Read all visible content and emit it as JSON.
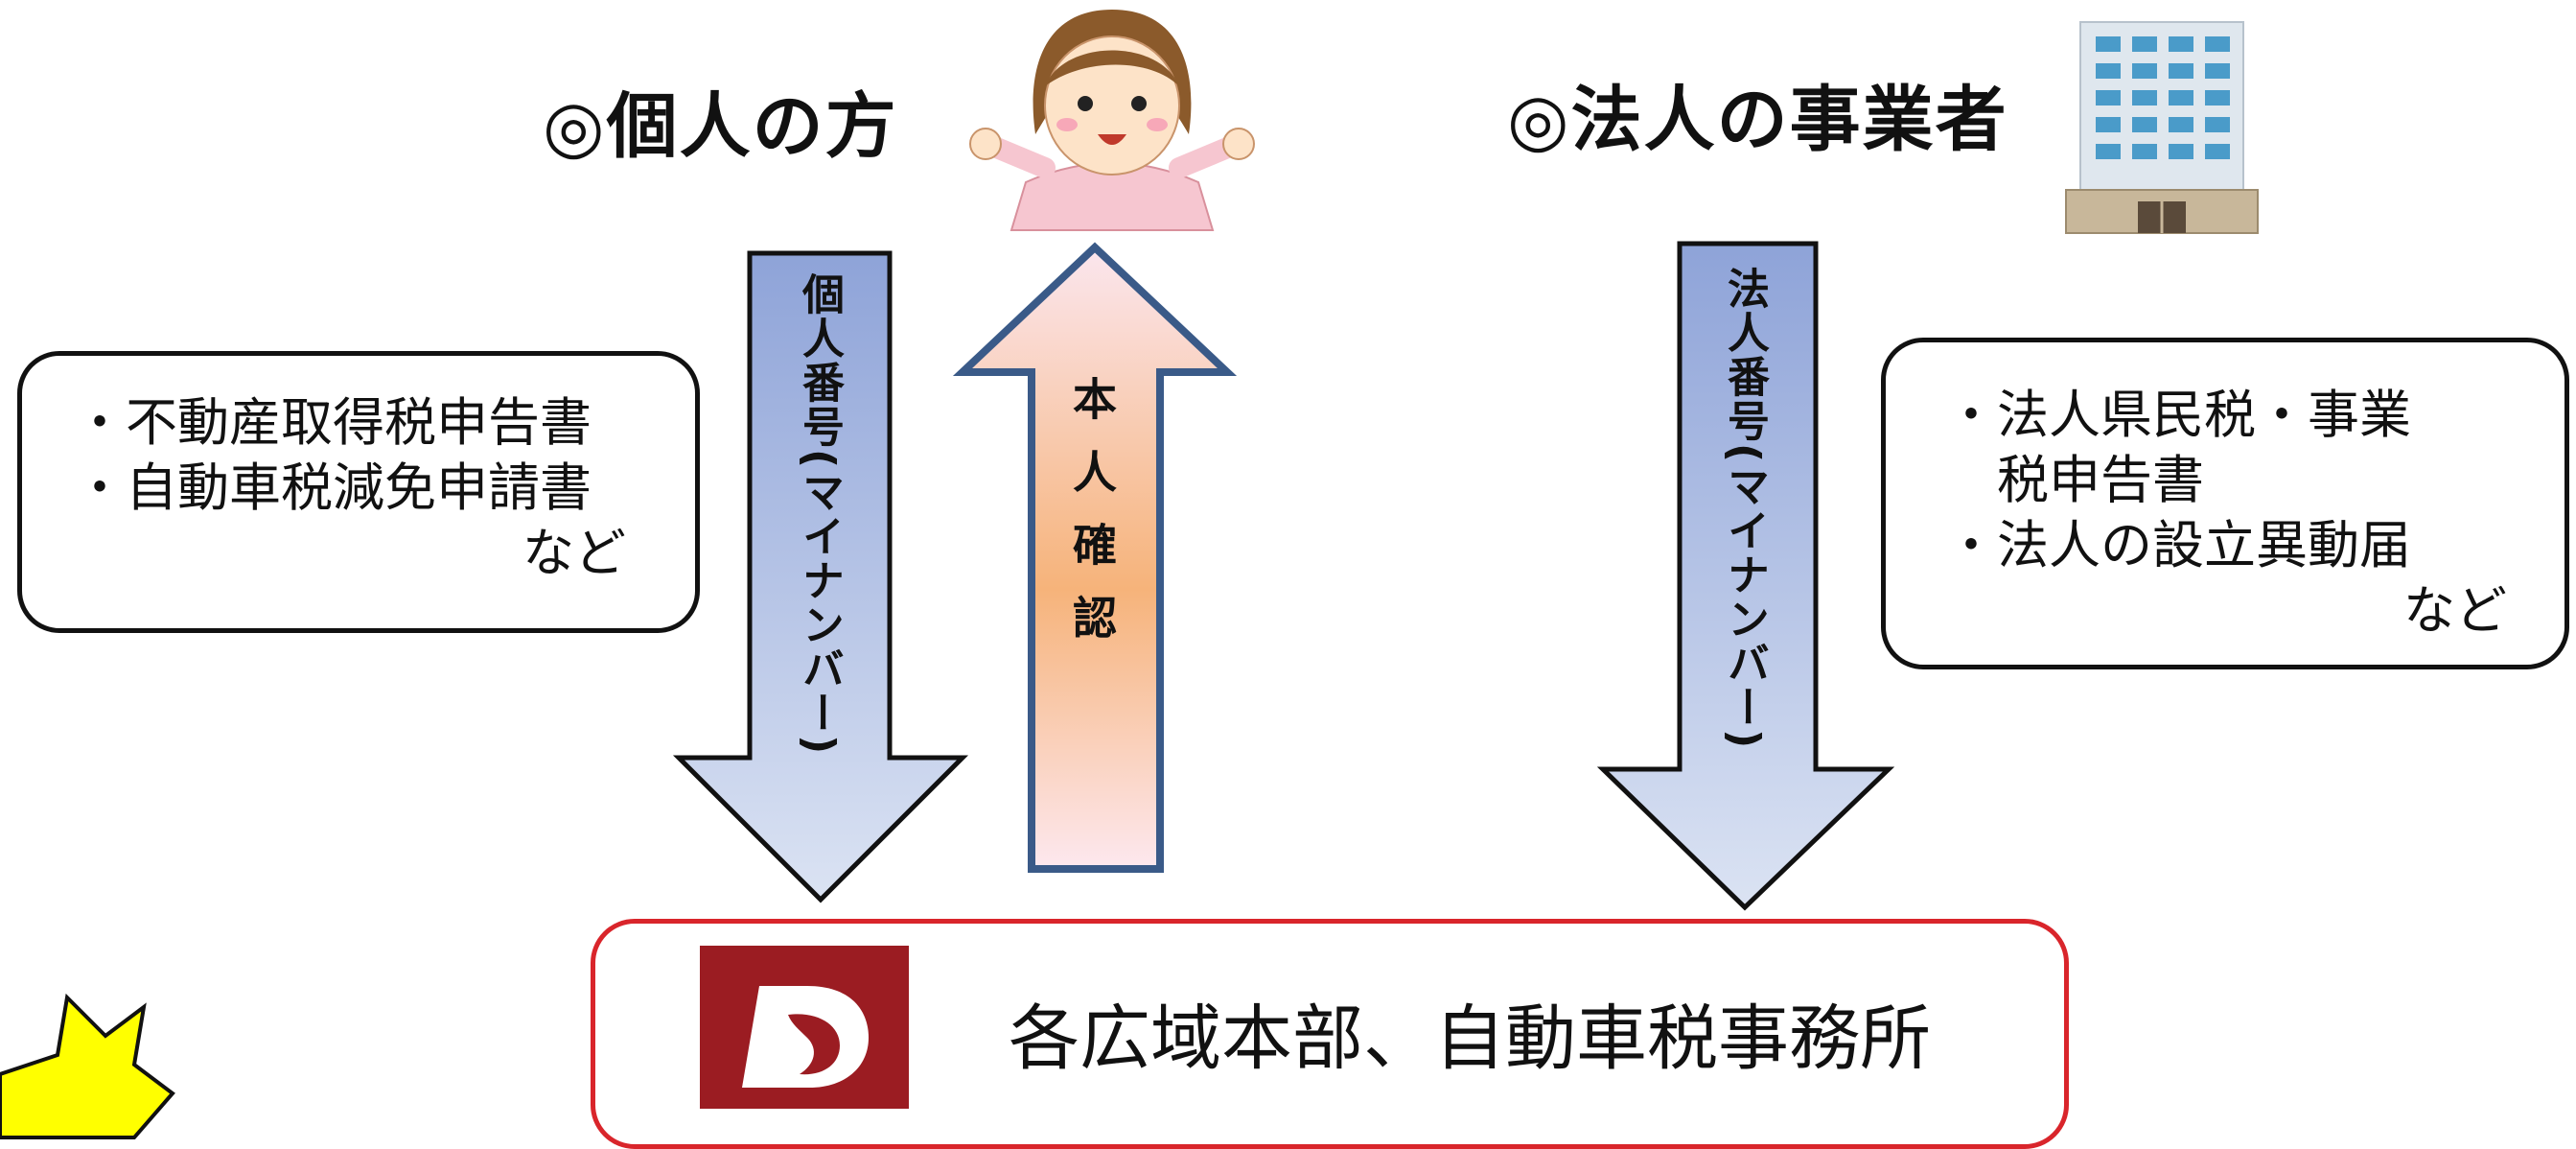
{
  "individual": {
    "heading": "◎個人の方",
    "documents": [
      "・不動産取得税申告書",
      "・自動車税減免申請書"
    ],
    "documents_tail": "など",
    "number_arrow_label": "個人番号(マイナンバー)",
    "id_check_arrow_label": "本人確認"
  },
  "corporation": {
    "heading": "◎法人の事業者",
    "documents": [
      "・法人県民税・事業",
      "　税申告書",
      "・法人の設立異動届"
    ],
    "documents_tail": "など",
    "number_arrow_label": "法人番号(マイナンバー)"
  },
  "office": {
    "label": "各広域本部、自動車税事務所"
  },
  "colors": {
    "arrow_down_fill_top": "#8ea3d8",
    "arrow_down_fill_bottom": "#dbe3f3",
    "arrow_up_fill_top": "#fbe6ee",
    "arrow_up_fill_bottom": "#f2a15a",
    "arrow_up_stroke": "#3a5a88",
    "office_border": "#d9252b",
    "emblem": "#9b1c22",
    "burst": "#ffff00"
  }
}
